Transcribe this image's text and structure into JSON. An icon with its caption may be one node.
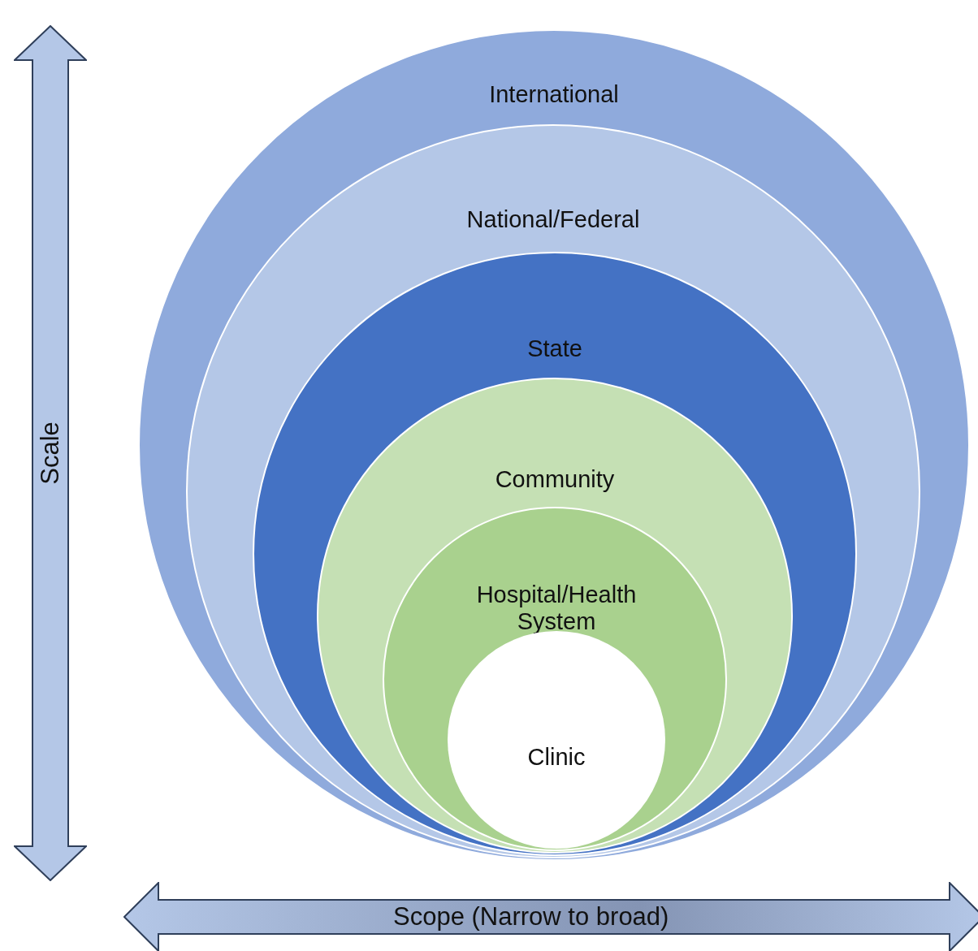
{
  "diagram": {
    "nodes": [
      {
        "text": [
          "International"
        ]
      },
      {
        "text": [
          "National/Federal"
        ],
        "in": 0
      },
      {
        "text": [
          "State"
        ],
        "in": 1
      },
      {
        "text": [
          "Community"
        ],
        "in": 2
      },
      {
        "text": [
          "Hospital/Health System"
        ],
        "in": 3
      },
      {
        "text": [
          "Clinic"
        ],
        "in": 4
      },
      {
        "text": [
          "Scale"
        ]
      },
      {
        "text": [
          "Scope (Narrow to broad)"
        ]
      }
    ]
  }
}
